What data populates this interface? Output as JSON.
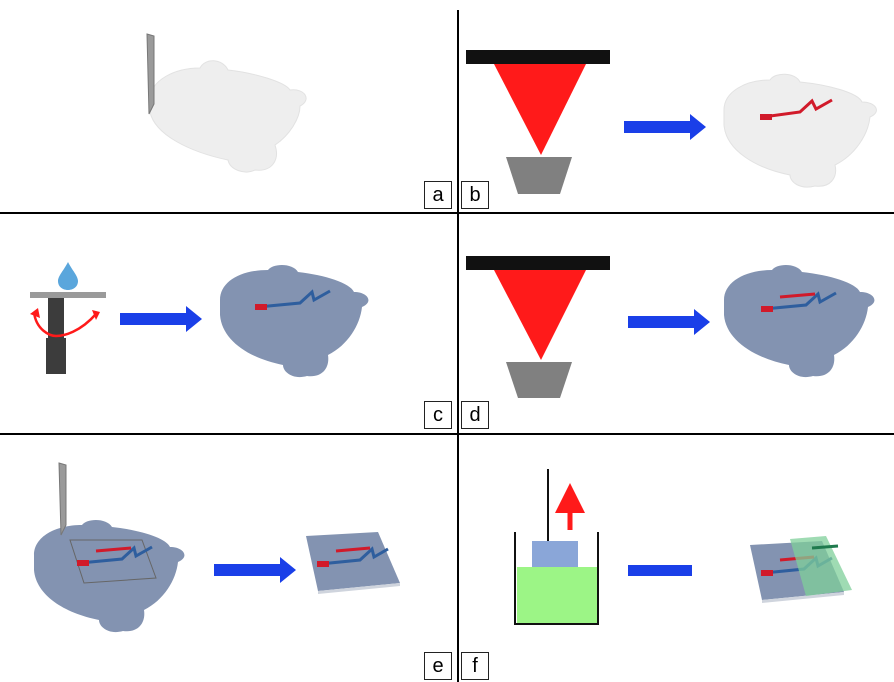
{
  "panels": [
    {
      "id": "a",
      "label": "a",
      "step": "scribe-substrate"
    },
    {
      "id": "b",
      "label": "b",
      "step": "laser-write-channel"
    },
    {
      "id": "c",
      "label": "c",
      "step": "spin-coat-layer"
    },
    {
      "id": "d",
      "label": "d",
      "step": "laser-write-second-channel"
    },
    {
      "id": "e",
      "label": "e",
      "step": "cut-out-chip"
    },
    {
      "id": "f",
      "label": "f",
      "step": "release-and-bond"
    }
  ],
  "colors": {
    "substrate_bare": "#eeeeee",
    "substrate_coated": "#8393b1",
    "laser": "#ff1a1a",
    "laser_source": "#111111",
    "lens": "#808080",
    "arrow": "#1a3fe8",
    "channel_red": "#d11a2a",
    "channel_blue": "#2e5e9e",
    "channel_green": "#1f7a4d",
    "liquid": "#9cf586",
    "sample": "#8aa6d8",
    "cover_green": "#7fcf9a",
    "spinner": "#3c3c3c",
    "drop": "#5aa6dc"
  },
  "icons": [
    "blade-icon",
    "laser-icon",
    "arrow-icon",
    "spin-coater-icon",
    "water-drop-icon",
    "rotation-arrow-icon",
    "beaker-icon",
    "pull-arrow-icon"
  ]
}
